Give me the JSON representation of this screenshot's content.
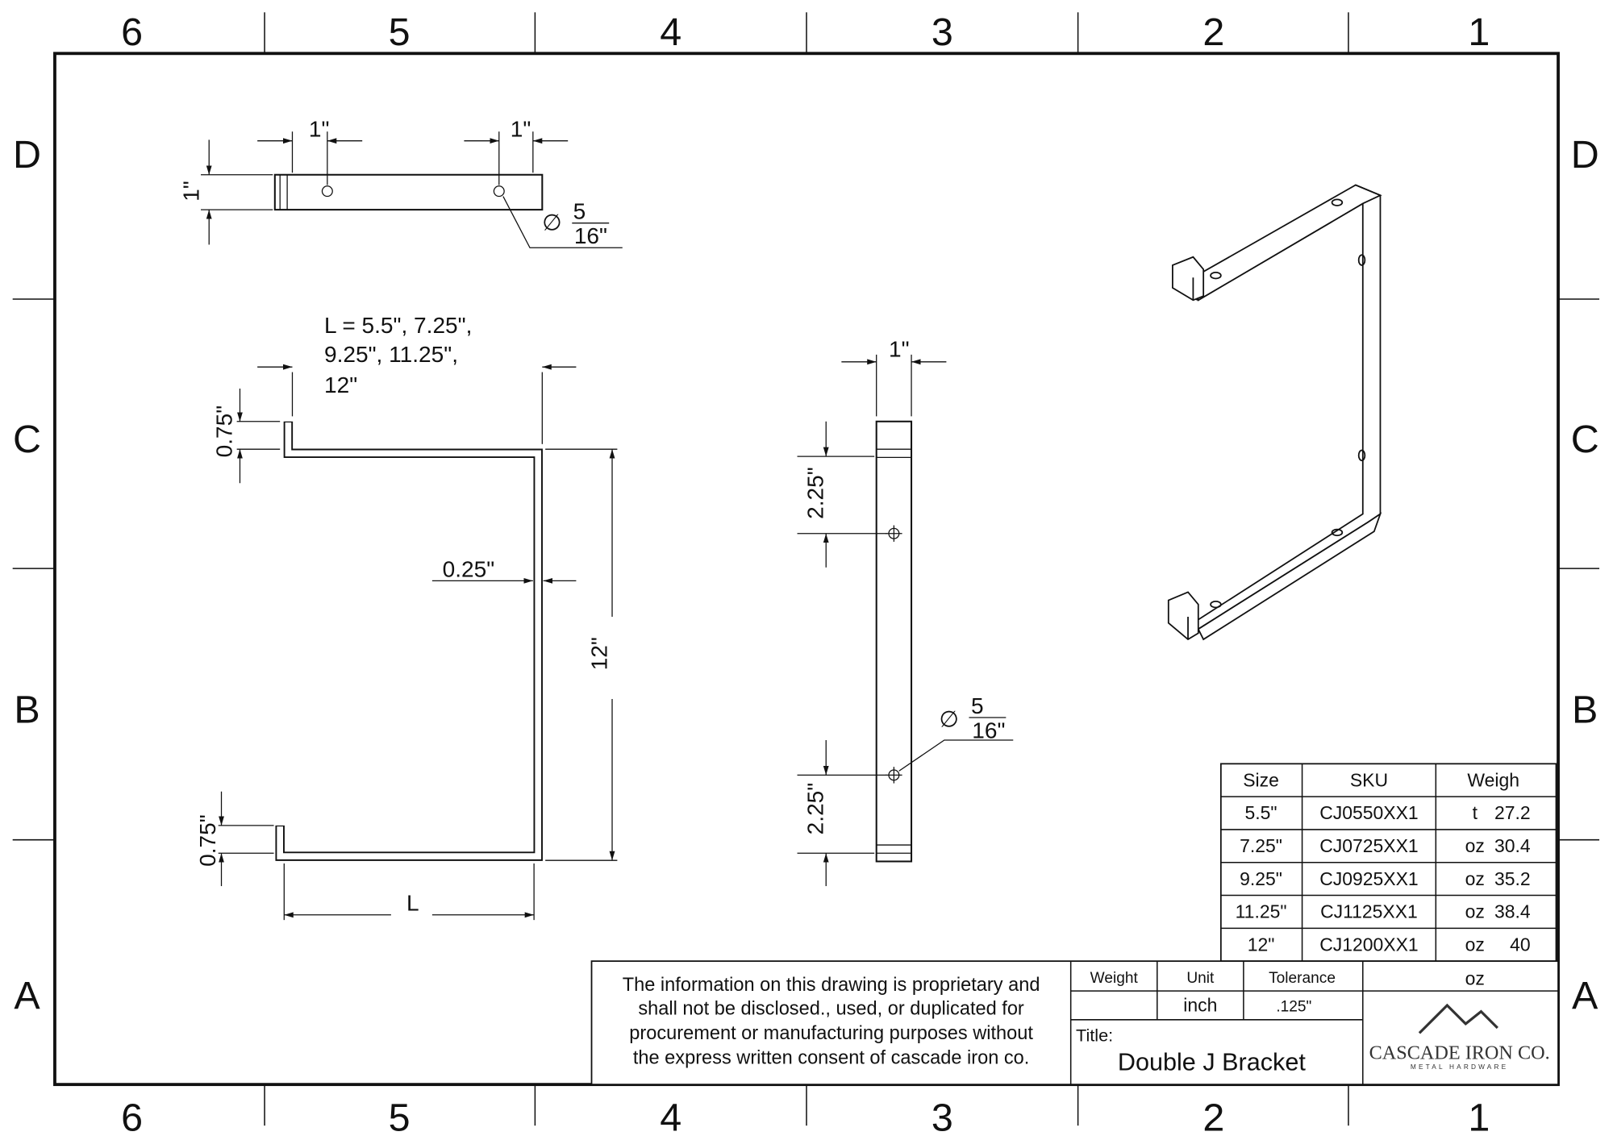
{
  "zones": {
    "columns": [
      "6",
      "5",
      "4",
      "3",
      "2",
      "1"
    ],
    "rows": [
      "D",
      "C",
      "B",
      "A"
    ]
  },
  "top_view": {
    "dim_left_hole": "1\"",
    "dim_right_hole": "1\"",
    "dim_width": "1\"",
    "hole_symbol": "∅",
    "hole_num": "5",
    "hole_den": "16\""
  },
  "front_view": {
    "length_note": [
      "L  =  5.5\",  7.25\",",
      "9.25\",       11.25\",",
      "12\""
    ],
    "dim_top_tab": "0.75\"",
    "dim_bottom_tab": "0.75\"",
    "dim_thickness": "0.25\"",
    "dim_height": "12\"",
    "dim_length": "L"
  },
  "side_view": {
    "dim_width": "1\"",
    "dim_top_hole": "2.25\"",
    "dim_bottom_hole": "2.25\"",
    "hole_symbol": "∅",
    "hole_num": "5",
    "hole_den": "16\""
  },
  "size_table": {
    "headers": [
      "Size",
      "SKU",
      "Weigh"
    ],
    "rows": [
      [
        "5.5\"",
        "CJ0550XX1",
        "t",
        "27.2"
      ],
      [
        "7.25\"",
        "CJ0725XX1",
        "oz",
        "30.4"
      ],
      [
        "9.25\"",
        "CJ0925XX1",
        "oz",
        "35.2"
      ],
      [
        "11.25\"",
        "CJ1125XX1",
        "oz",
        "38.4"
      ],
      [
        "12\"",
        "CJ1200XX1",
        "oz",
        "40"
      ]
    ]
  },
  "title_block": {
    "disclaimer": [
      "The information on this drawing is proprietary and",
      "shall not be disclosed., used, or duplicated for",
      "procurement or manufacturing purposes without",
      "the express written consent of cascade iron co."
    ],
    "weight_label": "Weight",
    "weight_value": "",
    "unit_label": "Unit",
    "unit_value": "inch",
    "tolerance_label": "Tolerance",
    "tolerance_value": ".125\"",
    "weight_unit": "oz",
    "title_label": "Title:",
    "title_value": "Double J Bracket",
    "company_name": "CASCADE IRON CO.",
    "company_tagline": "METAL HARDWARE"
  }
}
